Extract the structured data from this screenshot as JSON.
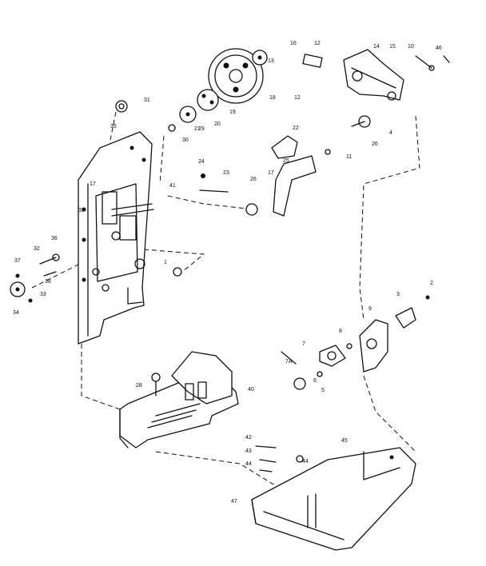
{
  "diagram": {
    "callouts": [
      {
        "id": "c1",
        "text": "1"
      },
      {
        "id": "c2",
        "text": "2"
      },
      {
        "id": "c3",
        "text": "3"
      },
      {
        "id": "c4",
        "text": "4"
      },
      {
        "id": "c5",
        "text": "5"
      },
      {
        "id": "c6",
        "text": "6"
      },
      {
        "id": "c7",
        "text": "7"
      },
      {
        "id": "c7a",
        "text": "7A"
      },
      {
        "id": "c8",
        "text": "8"
      },
      {
        "id": "c9",
        "text": "9"
      },
      {
        "id": "c10",
        "text": "10"
      },
      {
        "id": "c11",
        "text": "11"
      },
      {
        "id": "c12a",
        "text": "12"
      },
      {
        "id": "c12b",
        "text": "12"
      },
      {
        "id": "c13",
        "text": "13"
      },
      {
        "id": "c14",
        "text": "14"
      },
      {
        "id": "c15",
        "text": "15"
      },
      {
        "id": "c16",
        "text": "16"
      },
      {
        "id": "c17",
        "text": "17"
      },
      {
        "id": "c18",
        "text": "18"
      },
      {
        "id": "c19",
        "text": "19"
      },
      {
        "id": "c20",
        "text": "20"
      },
      {
        "id": "c21",
        "text": "21"
      },
      {
        "id": "c22",
        "text": "22"
      },
      {
        "id": "c23",
        "text": "23"
      },
      {
        "id": "c24",
        "text": "24"
      },
      {
        "id": "c25",
        "text": "25"
      },
      {
        "id": "c26a",
        "text": "26"
      },
      {
        "id": "c26b",
        "text": "26"
      },
      {
        "id": "c28",
        "text": "28"
      },
      {
        "id": "c29",
        "text": "29"
      },
      {
        "id": "c30",
        "text": "30"
      },
      {
        "id": "c31",
        "text": "31"
      },
      {
        "id": "c32",
        "text": "32"
      },
      {
        "id": "c33",
        "text": "33"
      },
      {
        "id": "c34",
        "text": "34"
      },
      {
        "id": "c35",
        "text": "35"
      },
      {
        "id": "c36",
        "text": "36"
      },
      {
        "id": "c37",
        "text": "37"
      },
      {
        "id": "c38",
        "text": "38"
      },
      {
        "id": "c39",
        "text": "39"
      },
      {
        "id": "c40",
        "text": "40"
      },
      {
        "id": "c41",
        "text": "41"
      },
      {
        "id": "c42",
        "text": "42"
      },
      {
        "id": "c43",
        "text": "43"
      },
      {
        "id": "c44a",
        "text": "44"
      },
      {
        "id": "c44b",
        "text": "44"
      },
      {
        "id": "c45",
        "text": "45"
      },
      {
        "id": "c46",
        "text": "46"
      },
      {
        "id": "c47",
        "text": "47"
      },
      {
        "id": "c17b",
        "text": "17"
      }
    ]
  }
}
